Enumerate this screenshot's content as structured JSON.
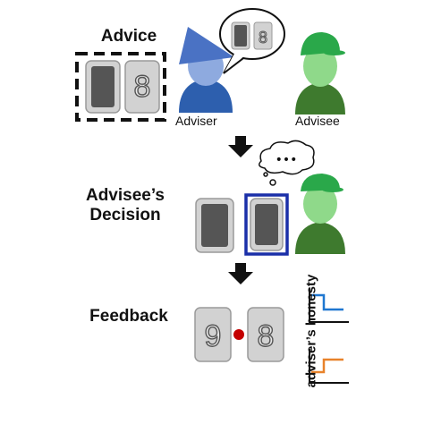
{
  "stages": {
    "advice": "Advice",
    "decision_line1": "Advisee’s",
    "decision_line2": "Decision",
    "feedback": "Feedback"
  },
  "roles": {
    "adviser": "Adviser",
    "advisee": "Advisee"
  },
  "cards": {
    "advice_number": "8",
    "bubble_number": "8",
    "feedback_left": "9",
    "feedback_right": "8"
  },
  "thought_text": "•••",
  "honesty_axis_label": "adviser’s honesty",
  "honesty_traces": [
    {
      "color": "#1f77d0",
      "pattern": "high-then-low"
    },
    {
      "color": "#e8822a",
      "pattern": "low-then-high"
    }
  ],
  "colors": {
    "card_face": "#d2d2d2",
    "card_back": "#555555",
    "adviser_hat": "#4a72c4",
    "adviser_body": "#2d5fae",
    "advisee_hat": "#2aa84a",
    "advisee_body": "#3e7a2e",
    "selection_frame": "#1a2fa8",
    "feedback_dot": "#c40000"
  }
}
